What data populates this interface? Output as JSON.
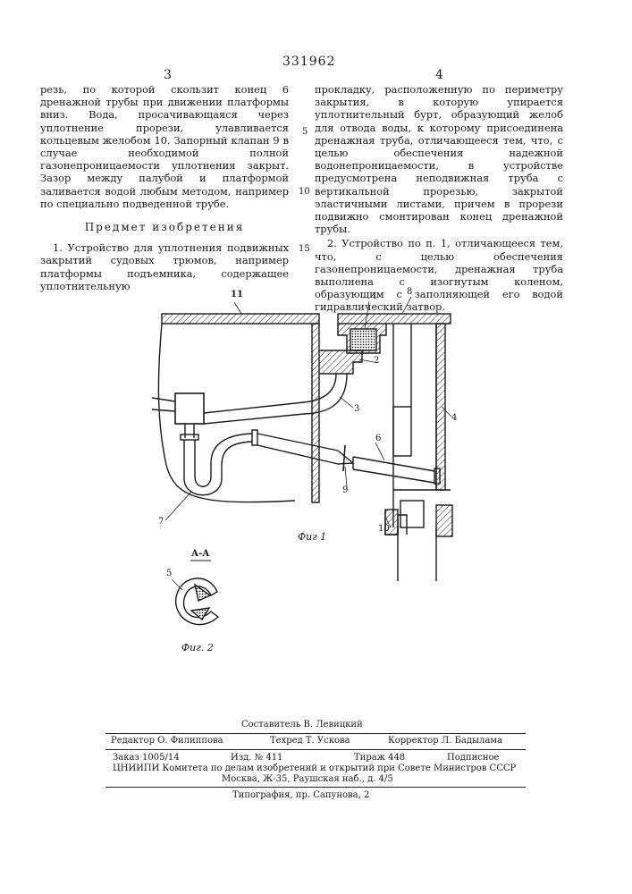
{
  "header": {
    "patent_number": "331962",
    "col_left_num": "3",
    "col_right_num": "4"
  },
  "left_column": {
    "para1": "резь, по которой скользит конец 6 дренажной трубы при движении платформы вниз. Вода, просачивающаяся через уплотнение прорези, улавливается кольцевым желобом 10. Запорный клапан 9 в случае необходимой полной газонепроницаемости уплотнения закрыт. Зазор между палубой и платформой заливается водой любым методом, например по специально подведенной трубе.",
    "section_title": "Предмет изобретения",
    "claim1_start": "1. Устройство для уплотнения подвижных закрытий судовых трюмов, например платформы подъемника, содержащее уплотнительную"
  },
  "right_column": {
    "claim1_cont": "прокладку, расположенную по периметру закрытия, в которую упирается уплотнительный бурт, образующий желоб для отвода воды, к которому присоединена дренажная труба, отличающееся тем, что, с целью обеспечения надежной водонепроницаемости, в устройстве предусмотрена неподвижная труба с вертикальной прорезью, закрытой эластичными листами, причем в прорези подвижно смонтирован конец дренажной трубы.",
    "claim2": "2. Устройство по п. 1, отличающееся тем, что, с целью обеспечения газонепроницаемости, дренажная труба выполнена с изогнутым коленом, образующим с заполняющей его водой гидравлический затвор."
  },
  "line_numbers": [
    "5",
    "10",
    "15"
  ],
  "figure1": {
    "caption": "Фиг 1",
    "labels": [
      "11",
      "1",
      "8",
      "2",
      "3",
      "4",
      "6",
      "9",
      "7",
      "10"
    ]
  },
  "figure2": {
    "section_mark": "А-А",
    "caption": "Фиг. 2",
    "label": "5"
  },
  "footer": {
    "compiler": "Составитель В. Левицкий",
    "editor": "Редактор О. Филиппова",
    "techred": "Техред Т. Ускова",
    "corrector": "Корректор Л. Бадылама",
    "order": "Заказ 1005/14",
    "edition": "Изд. № 411",
    "print_run": "Тираж 448",
    "subscription": "Подписное",
    "institute": "ЦНИИПИ Комитета по делам изобретений и открытий при Совете Министров СССР",
    "address": "Москва, Ж-35, Раушская наб., д. 4/5",
    "typography": "Типография, пр. Сапунова, 2"
  }
}
